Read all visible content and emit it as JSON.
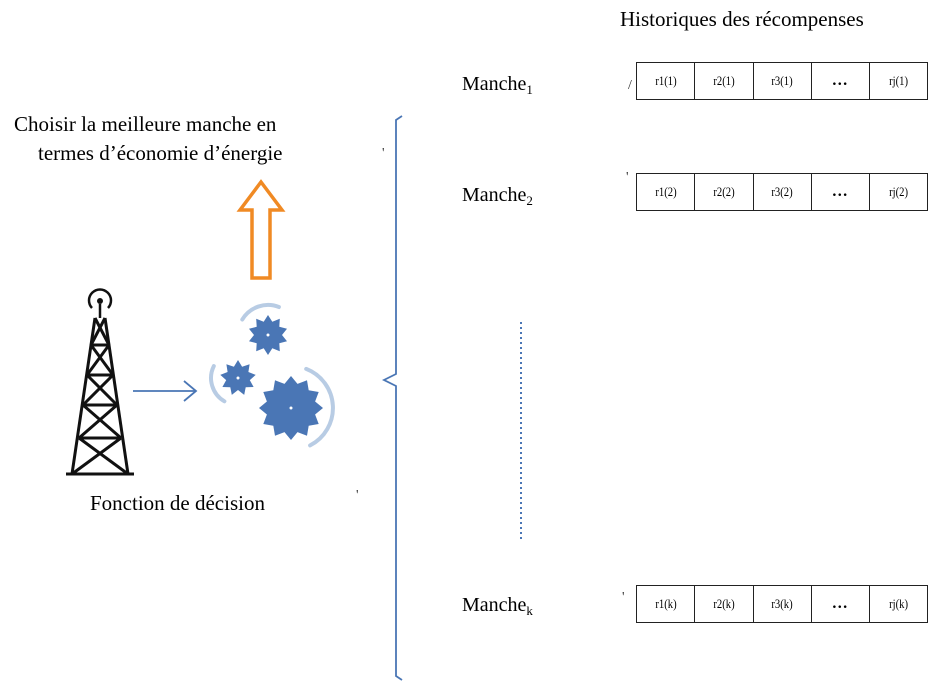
{
  "header": {
    "title": "Historiques des récompenses"
  },
  "decision": {
    "goal_line1": "Choisir la meilleure manche en",
    "goal_line2": "termes d’économie d’énergie",
    "function_label": "Fonction de décision"
  },
  "arms": [
    {
      "name": "Manche",
      "index": "1",
      "cells": [
        "r1(1)",
        "r2(1)",
        "r3(1)",
        "…",
        "rj(1)"
      ]
    },
    {
      "name": "Manche",
      "index": "2",
      "cells": [
        "r1(2)",
        "r2(2)",
        "r3(2)",
        "…",
        "rj(2)"
      ]
    },
    {
      "name": "Manche",
      "index": "k",
      "cells": [
        "r1(k)",
        "r2(k)",
        "r3(k)",
        "…",
        "rj(k)"
      ]
    }
  ],
  "icons": [
    "tower-icon",
    "gears-icon",
    "arrow-up-icon",
    "arrow-right-icon",
    "brace-icon"
  ],
  "colors": {
    "accent_blue": "#4a76b5",
    "arrow_orange": "#f08a24",
    "gear_ring": "#b8cce4"
  }
}
